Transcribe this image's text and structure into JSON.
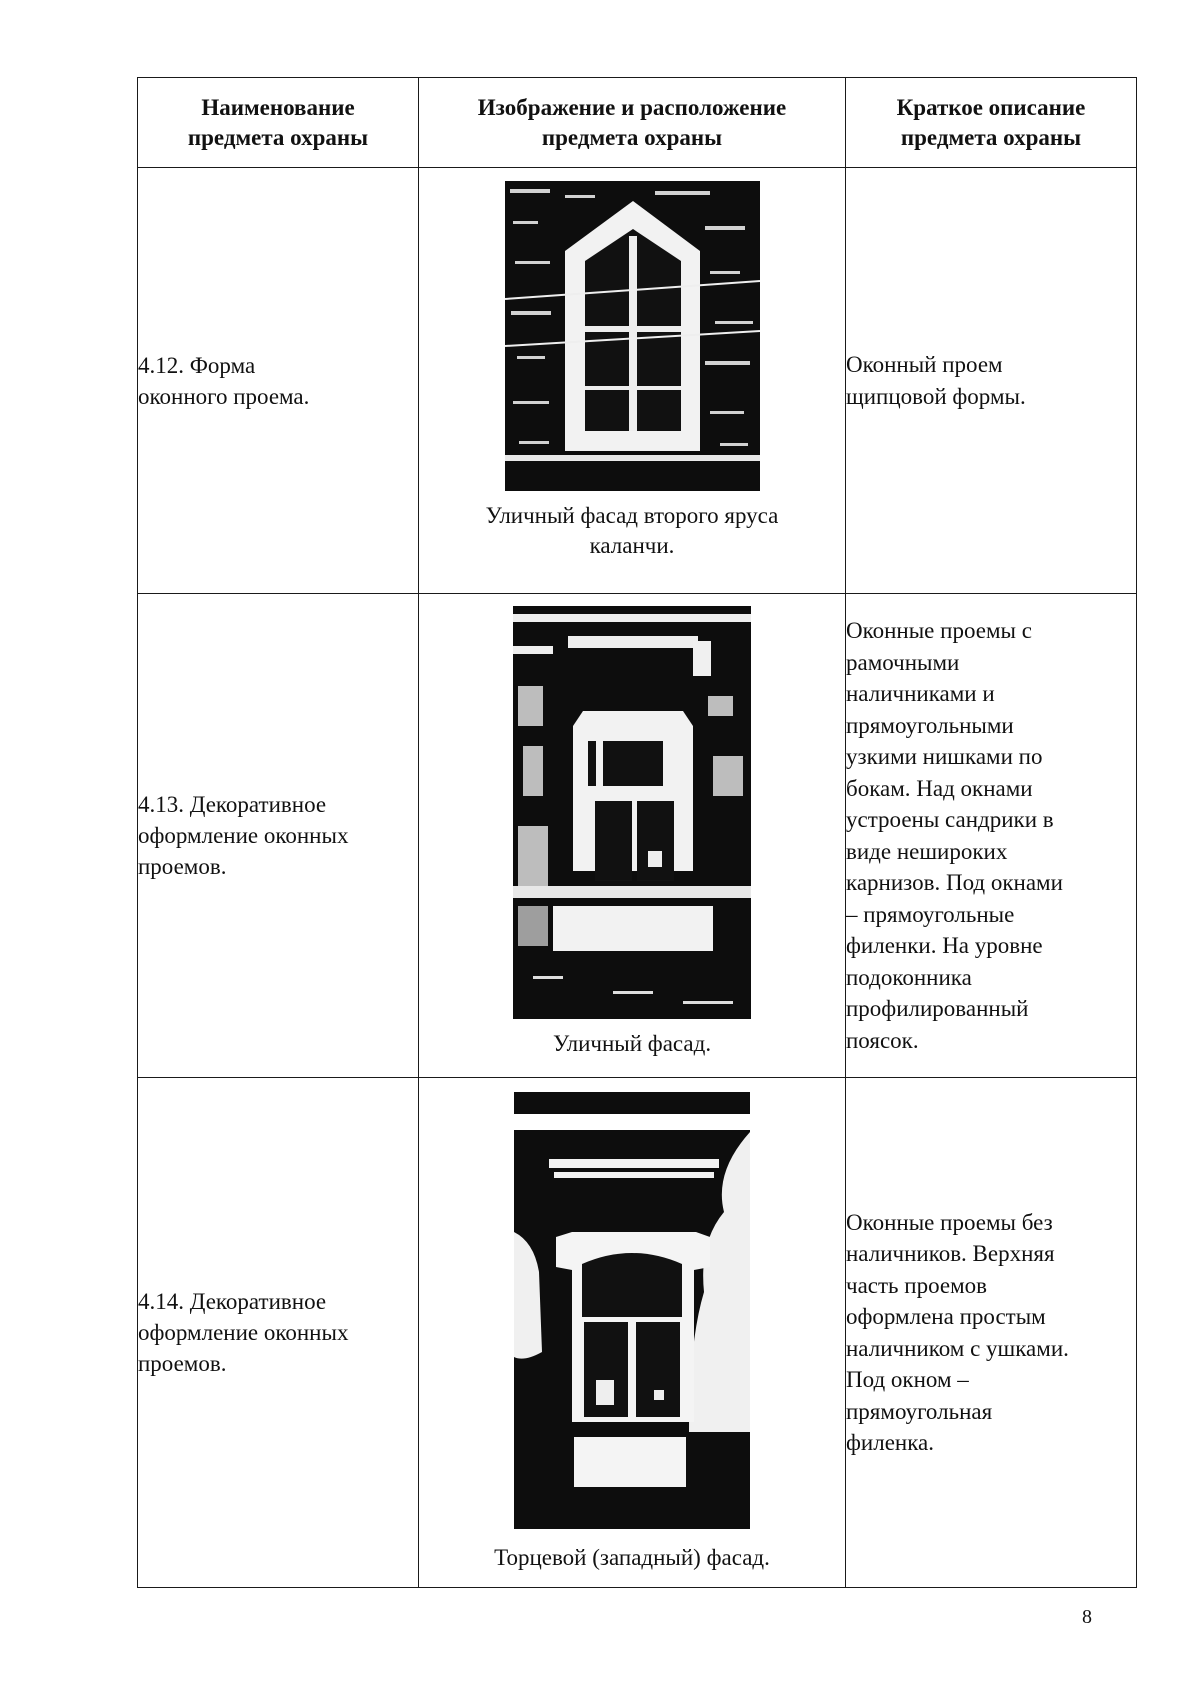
{
  "table": {
    "headers": [
      "Наименование\nпредмета охраны",
      "Изображение и расположение\nпредмета охраны",
      "Краткое описание\nпредмета охраны"
    ],
    "header_lines": {
      "col1": [
        "Наименование",
        "предмета охраны"
      ],
      "col2": [
        "Изображение и расположение",
        "предмета охраны"
      ],
      "col3": [
        "Краткое описание",
        "предмета охраны"
      ]
    },
    "rows": [
      {
        "name": "4.12.  Форма оконного проема.",
        "name_lines": [
          "4.12.  Форма",
          "оконного проема."
        ],
        "image_alt": "Окно щипцовой формы (фотография)",
        "caption": "Уличный фасад второго яруса каланчи.",
        "caption_lines": [
          "Уличный фасад второго яруса",
          "каланчи."
        ],
        "description": "Оконный проем щипцовой формы.",
        "description_lines": [
          "Оконный проем",
          "щипцовой формы."
        ]
      },
      {
        "name": "4.13.  Декоративное оформление оконных проемов.",
        "name_lines": [
          "4.13.  Декоративное",
          "оформление оконных",
          "проемов."
        ],
        "image_alt": "Окно с рамочным наличником (фотография)",
        "caption": "Уличный фасад.",
        "caption_lines": [
          "Уличный фасад."
        ],
        "description": "Оконные проемы с рамочными наличниками и прямоугольными узкими нишками по бокам. Над окнами устроены сандрики в виде неширoких карнизов. Под окнами – прямоугольные филенки. На уровне подоконника профилированный поясок.",
        "description_lines": [
          "Оконные проемы с",
          "рамочными",
          "наличниками и",
          "прямоугольными",
          "узкими нишками по",
          "бокам. Над окнами",
          "устроены сандрики в",
          "виде нешироких",
          "карнизов. Под окнами",
          "– прямоугольные",
          "филенки. На уровне",
          "подоконника",
          "профилированный",
          "поясок."
        ]
      },
      {
        "name": "4.14.  Декоративное оформление оконных проемов.",
        "name_lines": [
          "4.14.  Декоративное",
          "оформление оконных",
          "проемов."
        ],
        "image_alt": "Окно без наличников с ушками (фотография)",
        "caption": "Торцевой (западный) фасад.",
        "caption_lines": [
          "Торцевой (западный) фасад."
        ],
        "description": "Оконные проемы без наличников. Верхняя часть проемов оформлена простым наличником с ушками. Под окном – прямоугольная филенка.",
        "description_lines": [
          "Оконные проемы без",
          "наличников. Верхняя",
          "часть проемов",
          "оформлена простым",
          "наличником с ушками.",
          "Под окном –",
          "прямоугольная",
          "филенка."
        ]
      }
    ]
  },
  "page_number": "8"
}
